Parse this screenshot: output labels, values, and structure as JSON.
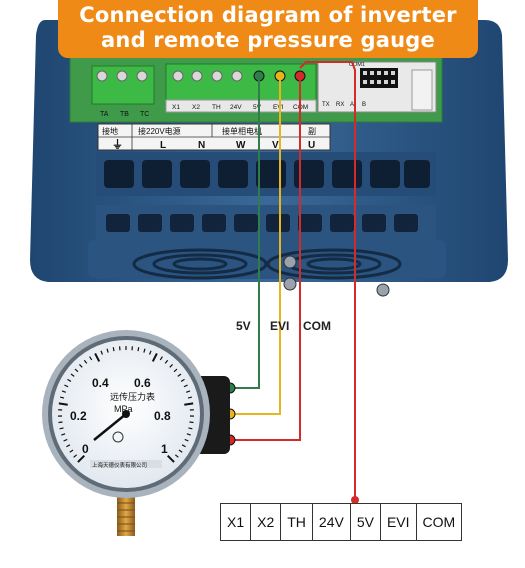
{
  "title": {
    "line1": "Connection diagram of inverter",
    "line2": "and remote pressure gauge"
  },
  "wire_labels": {
    "v5": "5V",
    "evi": "EVI",
    "com": "COM"
  },
  "terminals": [
    "X1",
    "X2",
    "TH",
    "24V",
    "5V",
    "EVI",
    "COM"
  ],
  "inverter_labels": {
    "left_terminals": [
      "TA",
      "TB",
      "TC"
    ],
    "main_terminals": [
      "X1",
      "X2",
      "TH",
      "24V",
      "5V",
      "EVI",
      "COM"
    ],
    "power_strip": [
      "接地",
      "接220V电源",
      "接单相电机",
      "副"
    ],
    "power_letters": [
      "L",
      "N",
      "W",
      "V",
      "U"
    ],
    "side_port": [
      "TX",
      "RX",
      "A",
      "B"
    ],
    "com_label": "COM1"
  },
  "gauge": {
    "scale": [
      "0",
      "0.2",
      "0.4",
      "0.6",
      "0.8",
      "1"
    ],
    "name": "远传压力表",
    "unit": "MPa",
    "maker": "上海天德仪表有限公司"
  },
  "colors": {
    "banner": "#f08a16",
    "wire_5v": "#2e7d4a",
    "wire_evi": "#e8b420",
    "wire_com": "#d42a2a",
    "inverter_body": "#2f5a8a"
  }
}
